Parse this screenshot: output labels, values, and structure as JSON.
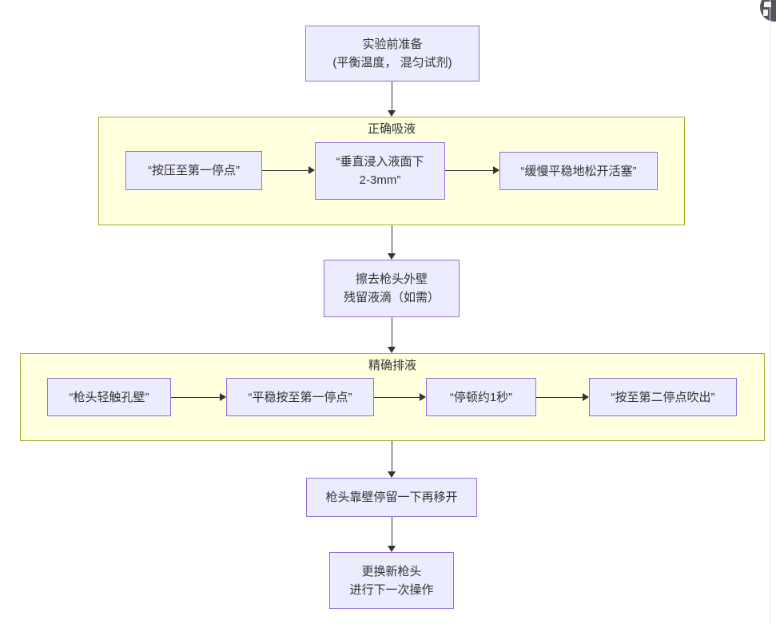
{
  "palette": {
    "node_fill": "#ECECFF",
    "node_border": "#9370DB",
    "cluster_fill": "#FFFFDE",
    "cluster_border": "#AAAA33",
    "edge_color": "#333333",
    "text_color": "#333333",
    "corner_badge_color": "#53535B"
  },
  "icons": {
    "corner_badge": "dark-circle-overlay-badge"
  },
  "flowchart": {
    "prep": {
      "line1": "实验前准备",
      "line2": "(平衡温度， 混匀试剂)"
    },
    "clusters": {
      "aspirate": {
        "title": "正确吸液"
      },
      "dispense": {
        "title": "精确排液"
      }
    },
    "aspirate_steps": {
      "press_first_stop": "“按压至第一停点”",
      "immerse_line1": "“垂直浸入液面下",
      "immerse_line2": "2-3mm”",
      "release_plunger": "“缓慢平稳地松开活塞”"
    },
    "wipe": {
      "line1": "擦去枪头外壁",
      "line2": "残留液滴（如需）"
    },
    "dispense_steps": {
      "touch_wall": "“枪头轻触孔壁”",
      "press_to_first": "“平稳按至第一停点”",
      "pause_1s": "“停顿约1秒”",
      "blow_out": "“按至第二停点吹出”"
    },
    "linger": "枪头靠壁停留一下再移开",
    "replace_tip": {
      "line1": "更换新枪头",
      "line2": "进行下一次操作"
    }
  }
}
